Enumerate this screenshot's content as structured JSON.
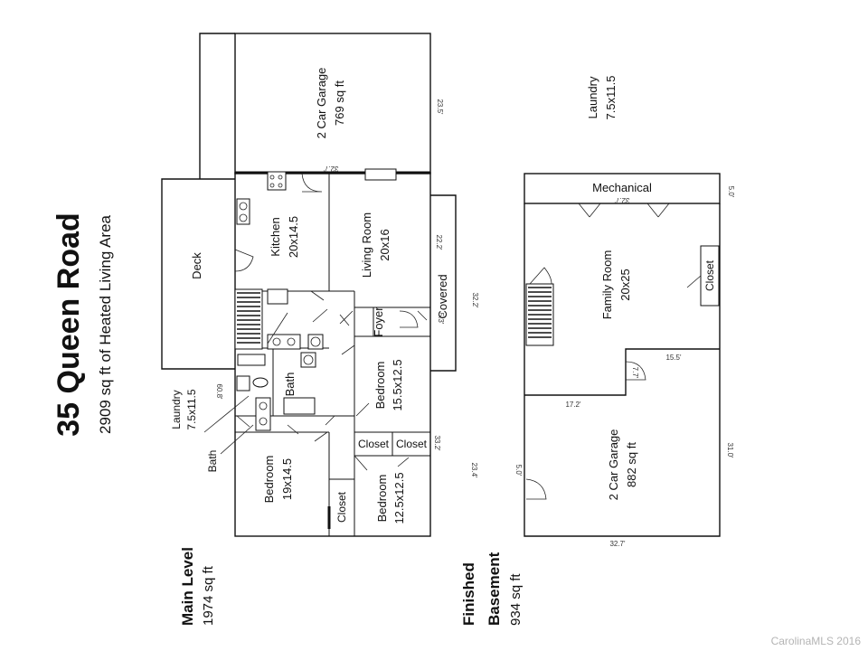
{
  "property": {
    "title": "35 Queen Road",
    "subtitle": "2909 sq ft of Heated Living Area"
  },
  "main_level": {
    "heading": "Main Level",
    "area": "1974 sq ft",
    "rooms": {
      "garage_name": "2 Car Garage",
      "garage_area": "769 sq ft",
      "deck": "Deck",
      "kitchen_name": "Kitchen",
      "kitchen_size": "20x14.5",
      "living_name": "Living Room",
      "living_size": "20x16",
      "covered": "Covered",
      "foyer": "Foyer",
      "laundry_name": "Laundry",
      "laundry_size": "7.5x11.5",
      "bath_upper": "Bath",
      "bath_lower": "Bath",
      "bed_a_name": "Bedroom",
      "bed_a_size": "15.5x12.5",
      "closet_a": "Closet",
      "closet_b": "Closet",
      "bed_b_name": "Bedroom",
      "bed_b_size": "19x14.5",
      "closet_c": "Closet",
      "bed_c_name": "Bedroom",
      "bed_c_size": "12.5x12.5"
    },
    "dims": {
      "d1": "23.5'",
      "d2": "32.7'",
      "d3": "22.2'",
      "d4": "5.3'",
      "d5": "32.2'",
      "d6": "60.8'",
      "d7": "33.2'",
      "d8": "23.4'"
    }
  },
  "basement": {
    "heading_1": "Finished",
    "heading_2": "Basement",
    "area": "934 sq ft",
    "rooms": {
      "laundry_name": "Laundry",
      "laundry_size": "7.5x11.5",
      "mechanical": "Mechanical",
      "family_name": "Family Room",
      "family_size": "20x25",
      "closet": "Closet",
      "garage_name": "2 Car Garage",
      "garage_area": "882 sq ft"
    },
    "dims": {
      "d1": "5.0'",
      "d2": "32.7'",
      "d3": "15.5'",
      "d4": "7.7'",
      "d5": "17.2'",
      "d6": "31.0'",
      "d7": "32.7'",
      "d8": "5.0'"
    }
  },
  "watermark": "CarolinaMLS 2016"
}
